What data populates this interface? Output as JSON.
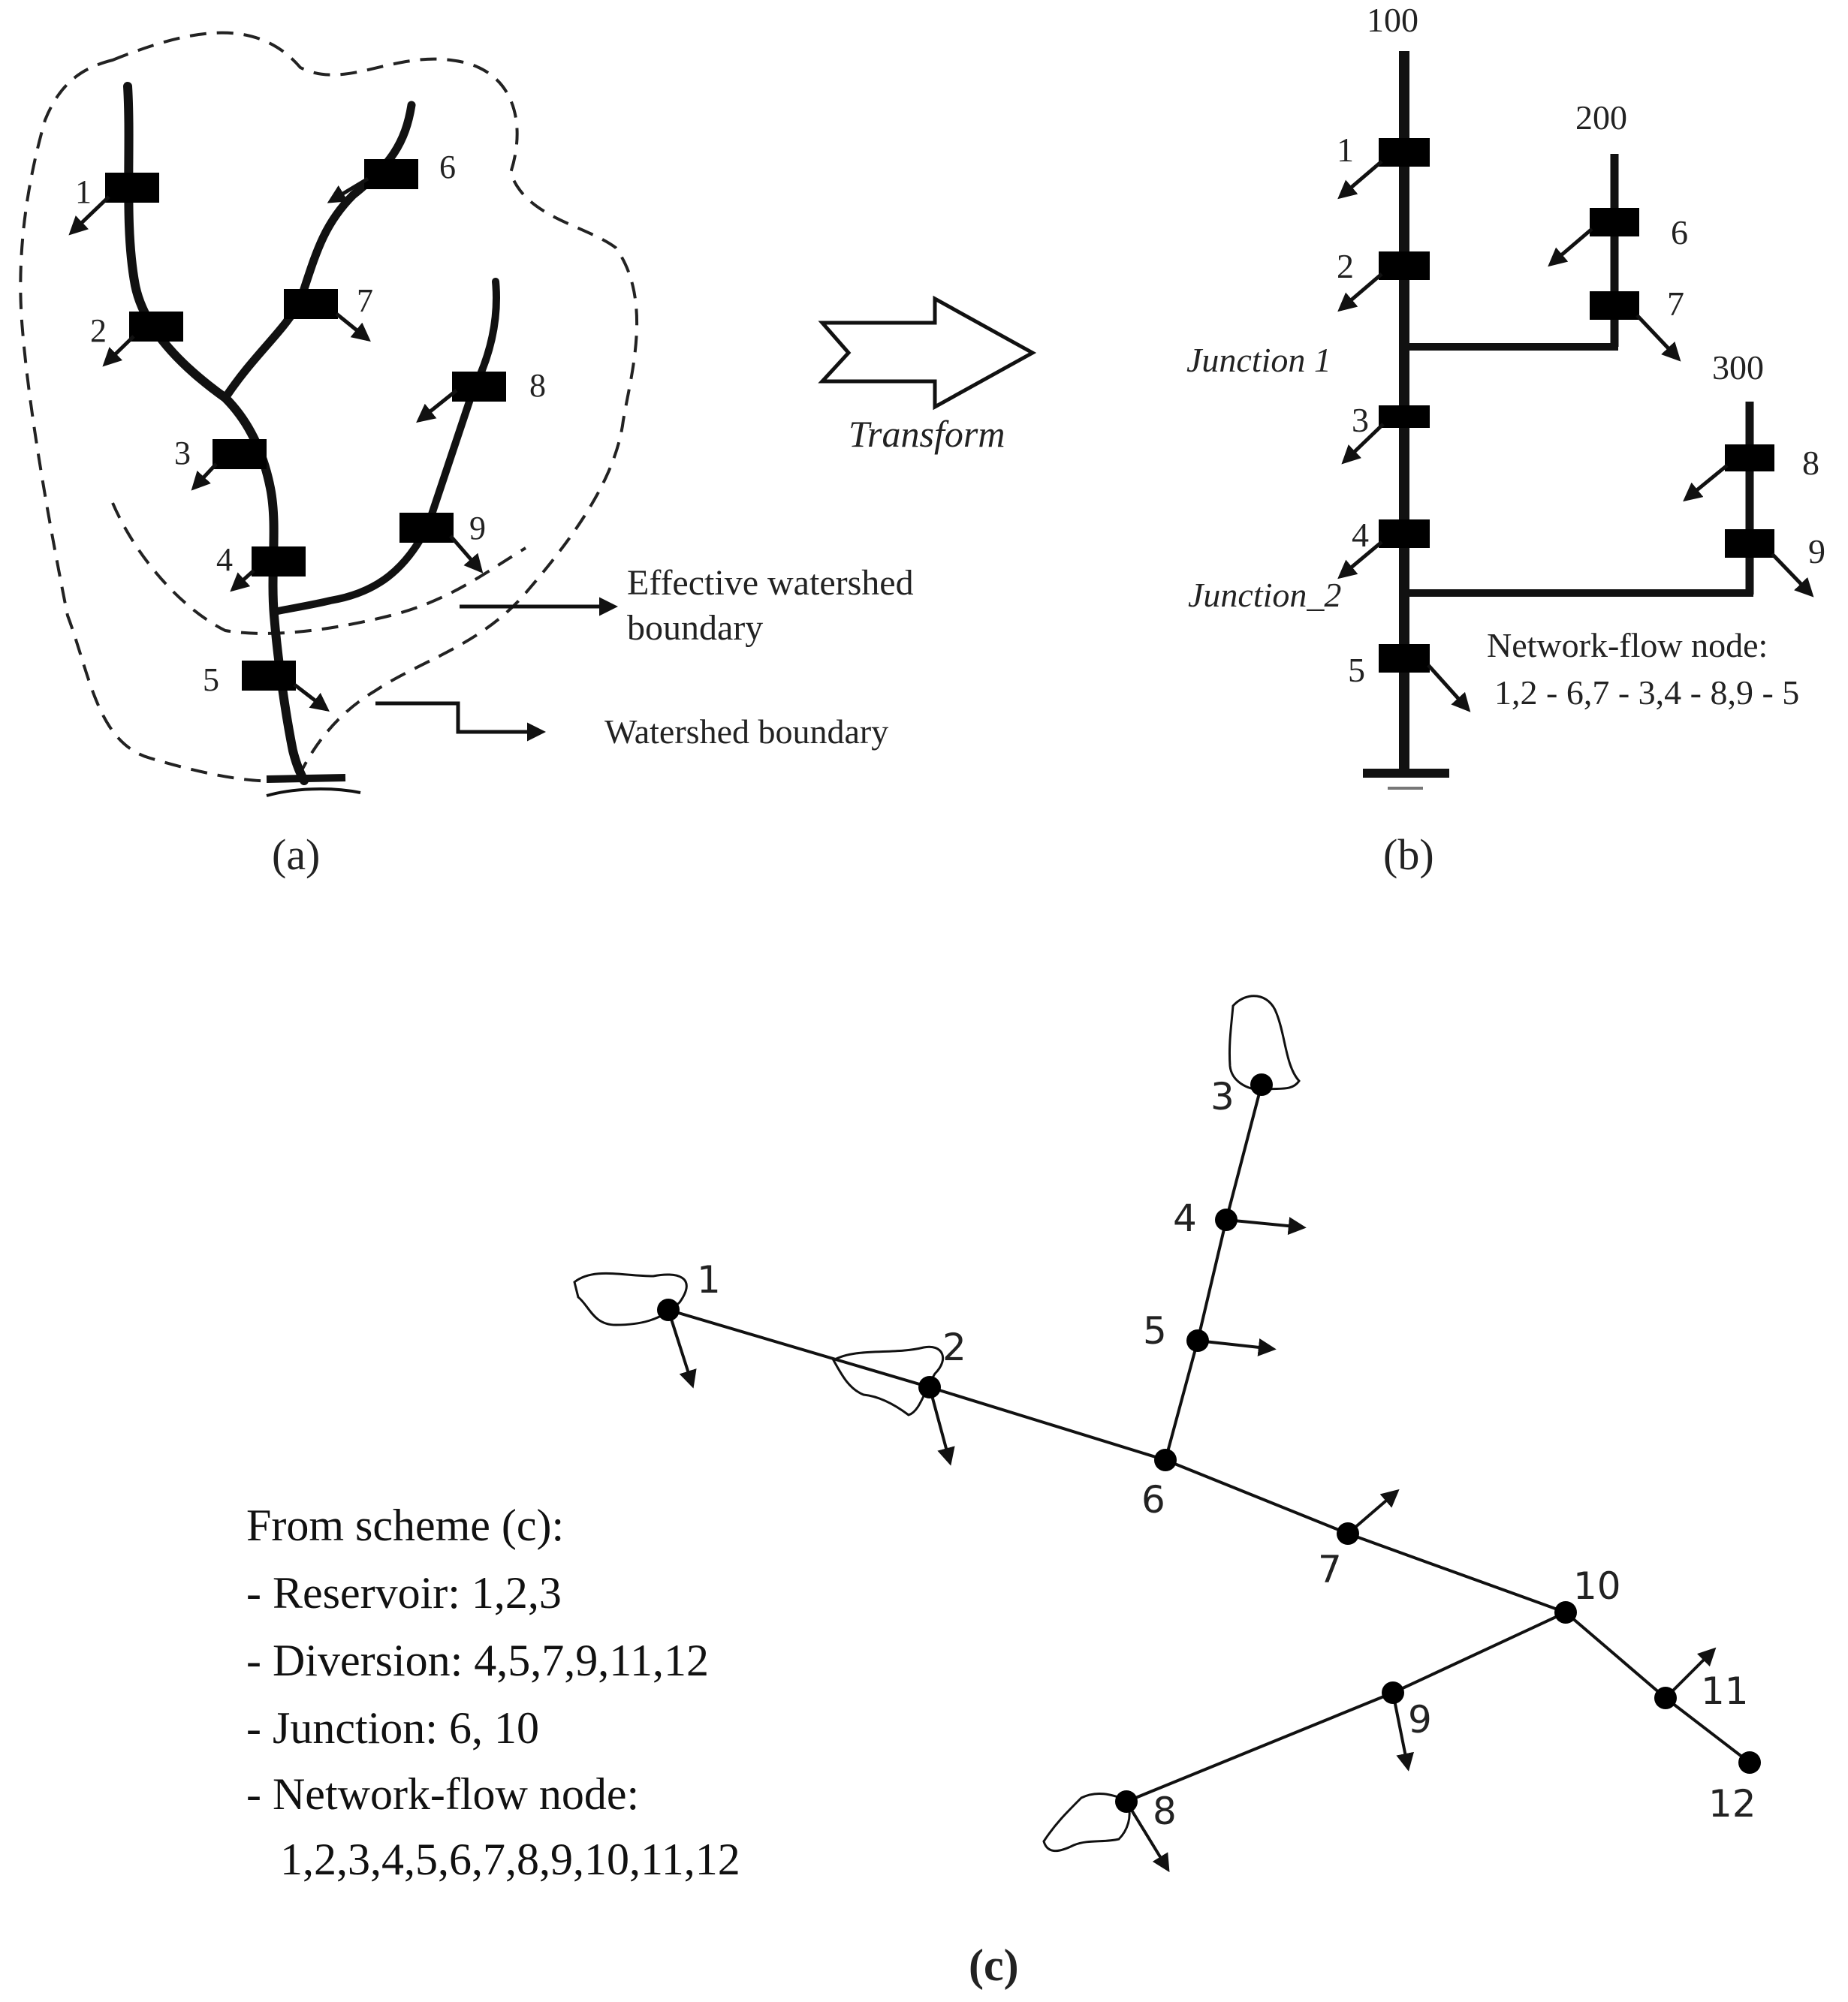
{
  "panel_a": {
    "caption": "(a)",
    "node_labels": [
      "1",
      "2",
      "3",
      "4",
      "5",
      "6",
      "7",
      "8",
      "9"
    ],
    "effective_boundary_label": [
      "Effective watershed",
      "boundary"
    ],
    "watershed_boundary_label": "Watershed boundary"
  },
  "transform_label": "Transform",
  "panel_b": {
    "caption": "(b)",
    "branch_labels": [
      "100",
      "200",
      "300"
    ],
    "node_labels": [
      "1",
      "2",
      "3",
      "4",
      "5",
      "6",
      "7",
      "8",
      "9"
    ],
    "junction_labels": [
      "Junction  1",
      "Junction_2"
    ],
    "network_flow_text": [
      "Network-flow  node:",
      "1,2 - 6,7 - 3,4 - 8,9 - 5"
    ]
  },
  "panel_c": {
    "caption": "(c)",
    "node_labels": [
      "1",
      "2",
      "3",
      "4",
      "5",
      "6",
      "7",
      "8",
      "9",
      "10",
      "11",
      "12"
    ],
    "legend": {
      "title": "From scheme (c):",
      "lines": [
        "- Reservoir: 1,2,3",
        "- Diversion: 4,5,7,9,11,12",
        "- Junction: 6, 10",
        "- Network-flow node:",
        "   1,2,3,4,5,6,7,8,9,10,11,12"
      ]
    }
  }
}
